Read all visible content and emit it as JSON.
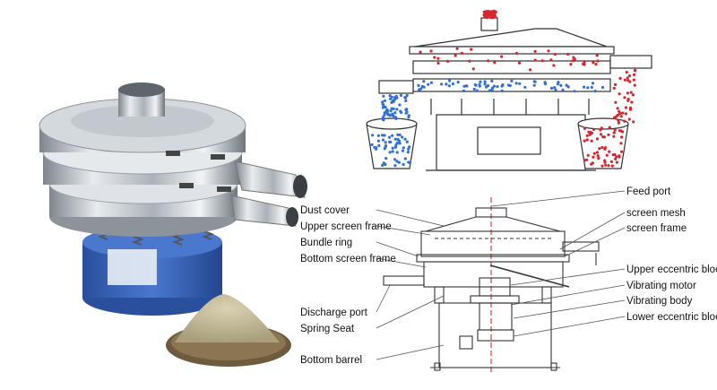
{
  "labels": {
    "left": {
      "dust_cover": "Dust cover",
      "upper_screen_frame": "Upper screen frame",
      "bundle_ring": "Bundle ring",
      "bottom_screen_frame": "Bottom screen frame",
      "discharge_port": "Discharge port",
      "spring_seat": "Spring Seat",
      "bottom_barrel": "Bottom barrel"
    },
    "right": {
      "feed_port": "Feed port",
      "screen_mesh": "screen mesh",
      "screen_frame": "screen frame",
      "upper_eccentric_block": "Upper eccentric block",
      "vibrating_motor": "Vibrating motor",
      "vibrating_body": "Vibrating body",
      "lower_eccentric_block": "Lower eccentric block"
    }
  },
  "colors": {
    "machine_body": "#3a63b8",
    "steel": "#c9ced4",
    "fine_particles": "#2f6fd6",
    "coarse_particles": "#d9262c",
    "powder": "#c8bf9c",
    "line": "#333333"
  }
}
